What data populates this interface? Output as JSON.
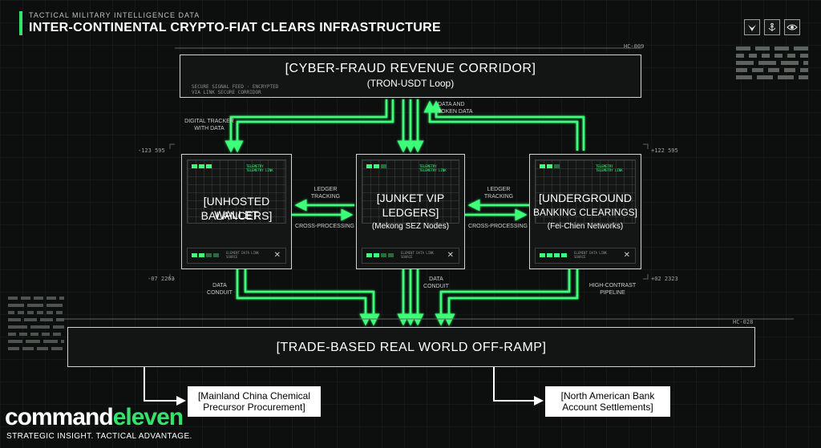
{
  "header": {
    "subtitle": "TACTICAL MILITARY INTELLIGENCE DATA",
    "title": "INTER-CONTINENTAL CRYPTO-FIAT CLEARS INFRASTRUCTURE",
    "icons": [
      "eagle-icon",
      "anchor-icon",
      "eye-icon"
    ]
  },
  "corridor": {
    "title": "[CYBER-FRAUD REVENUE CORRIDOR]",
    "subtitle": "(TRON-USDT Loop)",
    "code": "HC-009",
    "micro_text": "SECURE SIGNAL FEED · ENCRYPTED VIA LINK SECURE CORRIDOR"
  },
  "nodes": {
    "left": {
      "line1": "[UNHOSTED WALLET",
      "line2": "BALANCERS]",
      "coord": "-123  595",
      "coord_bottom": "-07  2263"
    },
    "center": {
      "line1": "[JUNKET VIP",
      "line2": "LEDGERS]",
      "sub": "(Mekong SEZ Nodes)"
    },
    "right": {
      "line1": "[UNDERGROUND",
      "line2": "BANKING CLEARINGS]",
      "sub": "(Fei-Chien Networks)",
      "coord": "+122  595",
      "coord_bottom": "+02  2323"
    },
    "telemetry": "TELEMETRY TELEMETRY LINK",
    "node_micro": "ELEMENT DATA LINK SOURCE"
  },
  "labels": {
    "digital_tracker": "DIGITAL TRACKER WITH DATA",
    "data_token": "DATA AND TOKEN DATA",
    "ledger_left": "LEDGER TRACKING",
    "cross_left": "CROSS-PROCESSING",
    "ledger_right": "LEDGER TRACKING",
    "cross_right": "CROSS-PROCESSING",
    "conduit_left": "DATA CONDUIT",
    "conduit_center": "DATA CONDUIT",
    "pipeline_right": "HIGH-CONTRAST PIPELINE"
  },
  "offramp": {
    "title": "[TRADE-BASED REAL WORLD OFF-RAMP]",
    "code": "HC-028"
  },
  "destinations": {
    "left": {
      "line1": "[Mainland China Chemical",
      "line2": "Precursor Procurement]"
    },
    "right": {
      "line1": "[North American Bank",
      "line2": "Account Settlements]"
    }
  },
  "brand": {
    "name_part1": "command",
    "name_part2": "eleven",
    "tagline": "STRATEGIC INSIGHT. TACTICAL ADVANTAGE."
  },
  "colors": {
    "accent": "#35e26a",
    "flow": "#3cff7a",
    "background": "#0d0f0e"
  }
}
